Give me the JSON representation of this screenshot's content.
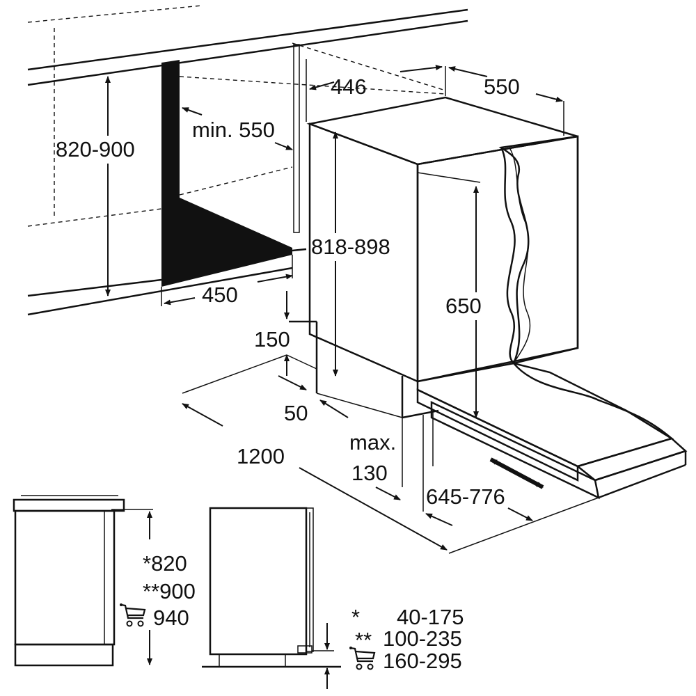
{
  "diagram": {
    "labels": {
      "niche_width": "446",
      "niche_depth": "550",
      "niche_height": "820-900",
      "min_depth": "min. 550",
      "appliance_height": "818-898",
      "niche_cutout": "450",
      "door_height": "650",
      "plinth_height": "150",
      "plinth_depth": "50",
      "door_swing": "1200",
      "max_label": "max.",
      "max_value": "130",
      "door_offset": "645-776"
    },
    "side_view": {
      "heights": [
        "*820",
        "**900",
        "940"
      ]
    },
    "legend": [
      {
        "marker": "*",
        "value": "40-175"
      },
      {
        "marker": "**",
        "value": "100-235"
      },
      {
        "marker": "cart-icon",
        "value": "160-295"
      }
    ]
  }
}
